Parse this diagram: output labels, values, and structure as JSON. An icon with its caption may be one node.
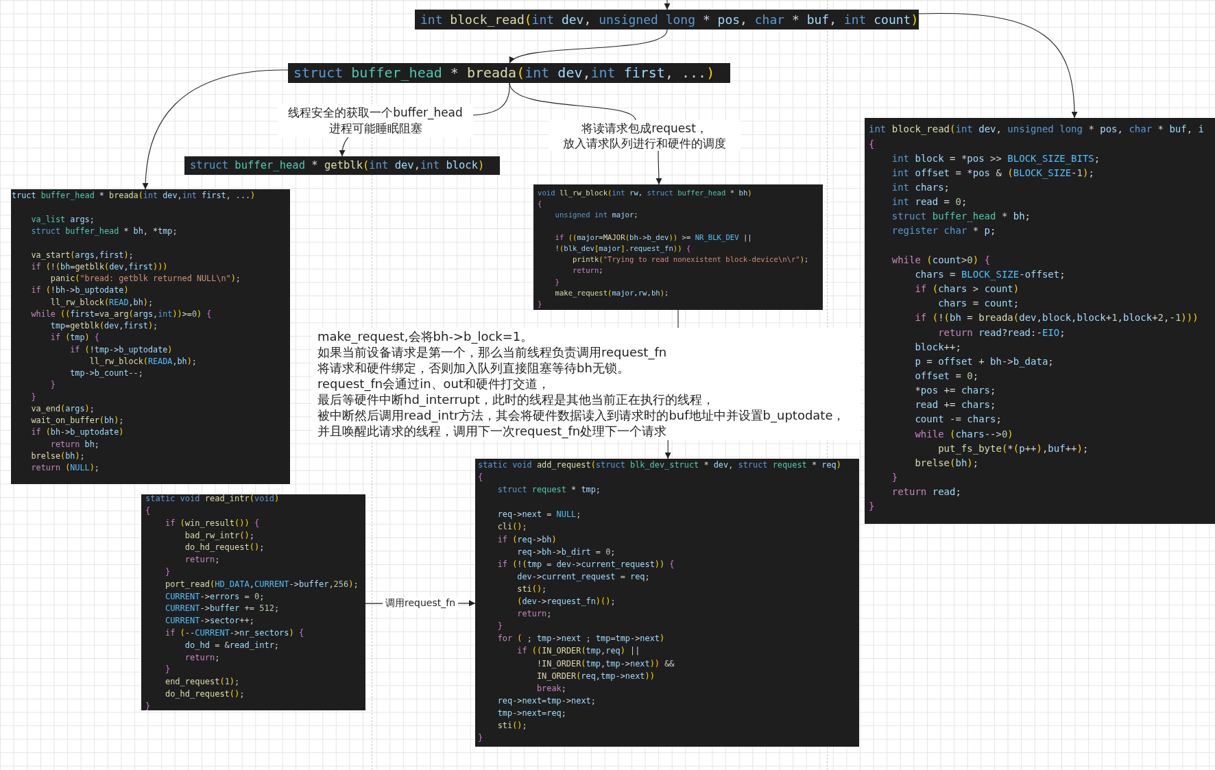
{
  "diagram": {
    "nodes": [
      {
        "text": [
          "int block_read(int dev, unsigned long * pos, char * buf, int count)"
        ]
      },
      {
        "text": [
          "struct buffer_head * breada(int dev,int first, ...)"
        ]
      },
      {
        "text": [
          "线程安全的获取一个buffer_head",
          "进程可能睡眠阻塞"
        ]
      },
      {
        "text": [
          "struct buffer_head * getblk(int dev,int block)"
        ]
      },
      {
        "text": [
          "将读请求包成request，",
          "放入请求队列进行和硬件的调度"
        ]
      },
      {
        "text": [
          "truct buffer_head * breada(int dev,int first, ...)",
          "    va_list args;",
          "    struct buffer_head * bh, *tmp;",
          "    va_start(args,first);",
          "    if (!(bh=getblk(dev,first)))",
          "        panic(\"bread: getblk returned NULL\\n\");",
          "    if (!bh->b_uptodate)",
          "        ll_rw_block(READ,bh);",
          "    while ((first=va_arg(args,int))>=0) {",
          "        tmp=getblk(dev,first);",
          "        if (tmp) {",
          "            if (!tmp->b_uptodate)",
          "                ll_rw_block(READA,bh);",
          "            tmp->b_count--;",
          "        }",
          "    }",
          "    va_end(args);",
          "    wait_on_buffer(bh);",
          "    if (bh->b_uptodate)",
          "        return bh;",
          "    brelse(bh);",
          "    return (NULL);"
        ]
      },
      {
        "text": [
          "void ll_rw_block(int rw, struct buffer_head * bh)",
          "{",
          "    unsigned int major;",
          "    if ((major=MAJOR(bh->b_dev)) >= NR_BLK_DEV ||",
          "    !(blk_dev[major].request_fn)) {",
          "        printk(\"Trying to read nonexistent block-device\\n\\r\");",
          "        return;",
          "    }",
          "    make_request(major,rw,bh);",
          "}"
        ]
      },
      {
        "text": [
          "int block_read(int dev, unsigned long * pos, char * buf, i",
          "{",
          "    int block = *pos >> BLOCK_SIZE_BITS;",
          "    int offset = *pos & (BLOCK_SIZE-1);",
          "    int chars;",
          "    int read = 0;",
          "    struct buffer_head * bh;",
          "    register char * p;",
          "    while (count>0) {",
          "        chars = BLOCK_SIZE-offset;",
          "        if (chars > count)",
          "            chars = count;",
          "        if (!(bh = breada(dev,block,block+1,block+2,-1)))",
          "            return read?read:-EIO;",
          "        block++;",
          "        p = offset + bh->b_data;",
          "        offset = 0;",
          "        *pos += chars;",
          "        read += chars;",
          "        count -= chars;",
          "        while (chars-->0)",
          "            put_fs_byte(*(p++),buf++);",
          "        brelse(bh);",
          "    }",
          "    return read;",
          "}"
        ]
      },
      {
        "text": [
          "make_request,会将bh->b_lock=1。",
          "如果当前设备请求是第一个，那么当前线程负责调用request_fn",
          "将请求和硬件绑定，否则加入队列直接阻塞等待bh无锁。",
          "request_fn会通过in、out和硬件打交道，",
          "最后等硬件中断hd_interrupt，此时的线程是其他当前正在执行的线程，",
          "被中断然后调用read_intr方法，其会将硬件数据读入到请求时的buf地址中并设置b_uptodate，",
          "并且唤醒此请求的线程，调用下一次request_fn处理下一个请求"
        ]
      },
      {
        "text": [
          "static void read_intr(void)",
          "{",
          "    if (win_result()) {",
          "        bad_rw_intr();",
          "        do_hd_request();",
          "        return;",
          "    }",
          "    port_read(HD_DATA,CURRENT->buffer,256);",
          "    CURRENT->errors = 0;",
          "    CURRENT->buffer += 512;",
          "    CURRENT->sector++;",
          "    if (--CURRENT->nr_sectors) {",
          "        do_hd = &read_intr;",
          "        return;",
          "    }",
          "    end_request(1);",
          "    do_hd_request();",
          "}"
        ]
      },
      {
        "text": [
          "static void add_request(struct blk_dev_struct * dev, struct request * req)",
          "{",
          "    struct request * tmp;",
          "    req->next = NULL;",
          "    cli();",
          "    if (req->bh)",
          "        req->bh->b_dirt = 0;",
          "    if (!(tmp = dev->current_request)) {",
          "        dev->current_request = req;",
          "        sti();",
          "        (dev->request_fn)();",
          "        return;",
          "    }",
          "    for ( ; tmp->next ; tmp=tmp->next)",
          "        if ((IN_ORDER(tmp,req) ||",
          "            !IN_ORDER(tmp,tmp->next)) &&",
          "            IN_ORDER(req,tmp->next))",
          "            break;",
          "    req->next=tmp->next;",
          "    tmp->next=req;",
          "    sti();",
          "}"
        ]
      }
    ],
    "edges": [
      {
        "from": null,
        "to": 0,
        "arrow": "to"
      },
      {
        "from": 0,
        "to": 1,
        "arrow": "to"
      },
      {
        "from": 0,
        "to": 7,
        "arrow": "to"
      },
      {
        "from": 1,
        "to": 5,
        "arrow": "to"
      },
      {
        "from": 1,
        "to": 2,
        "arrow": "none"
      },
      {
        "from": 2,
        "to": 3,
        "arrow": "to"
      },
      {
        "from": 1,
        "to": 4,
        "arrow": "none"
      },
      {
        "from": 4,
        "to": 6,
        "arrow": "to"
      },
      {
        "from": 6,
        "to": 8,
        "arrow": "none"
      },
      {
        "from": 8,
        "to": 10,
        "arrow": "to"
      },
      {
        "from": 9,
        "to": 10,
        "arrow": "to",
        "label": "调用request_fn"
      }
    ]
  }
}
